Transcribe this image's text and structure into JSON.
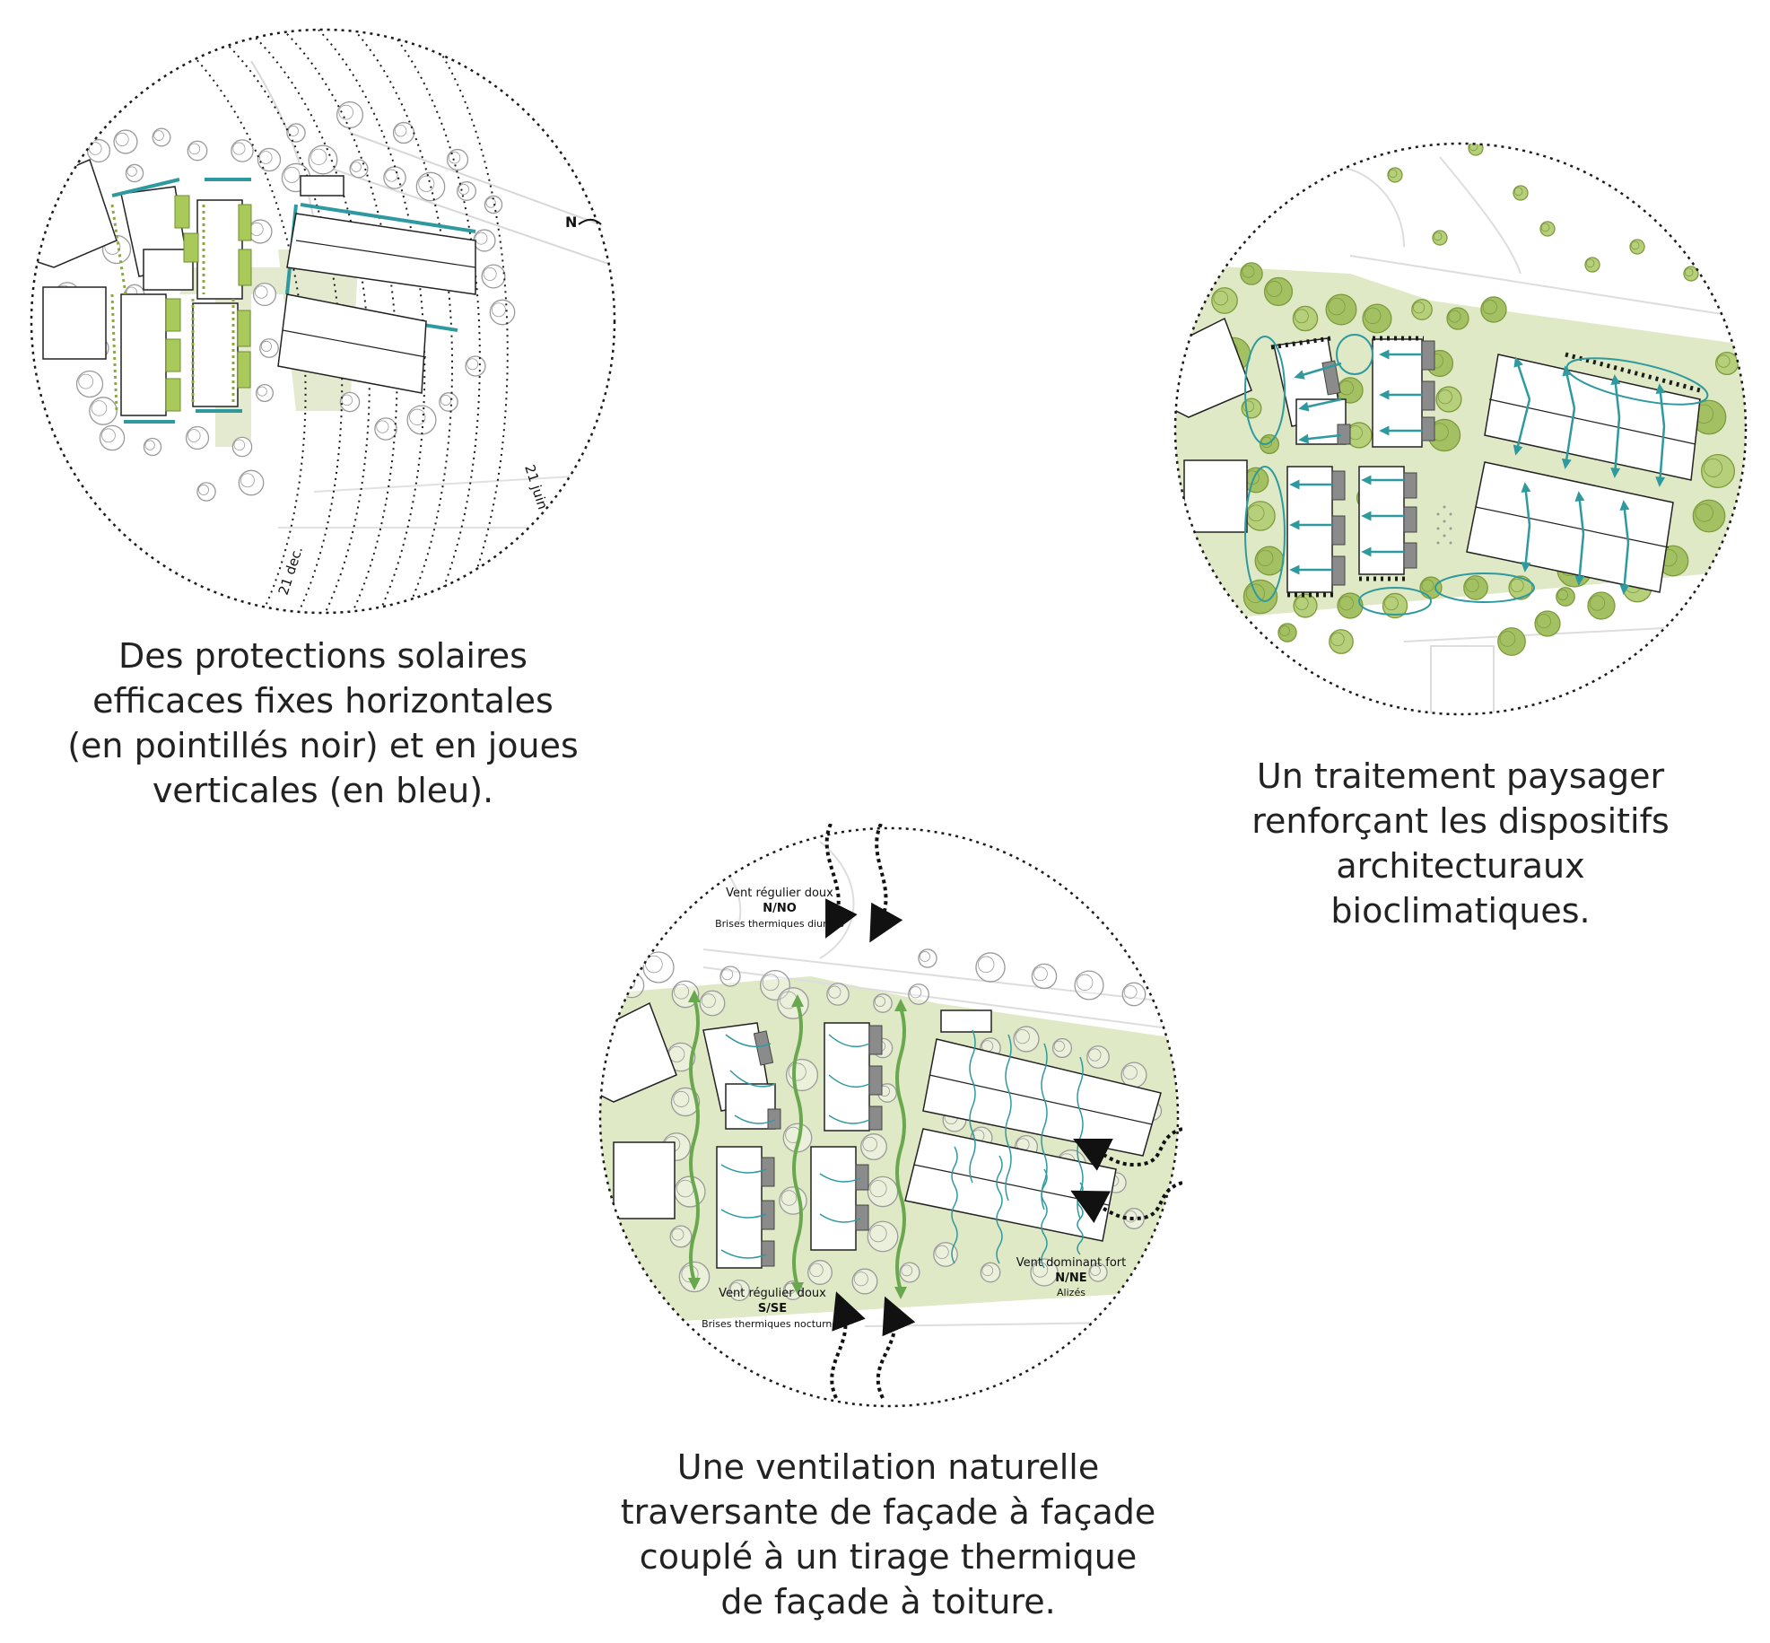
{
  "diagram1": {
    "north_label": "N",
    "arc_label_june": "21 juin",
    "arc_label_dec": "21 dec.",
    "caption_lines": [
      "Des protections solaires",
      "efficaces fixes horizontales",
      "(en pointillés noir) et en joues",
      "verticales (en bleu)."
    ]
  },
  "diagram2": {
    "caption_lines": [
      "Un traitement paysager",
      "renforçant les dispositifs",
      "architecturaux",
      "bioclimatiques."
    ]
  },
  "diagram3": {
    "wind_nno": {
      "title": "Vent régulier doux",
      "direction": "N/NO",
      "note": "Brises thermiques diurnes"
    },
    "wind_sse": {
      "title": "Vent régulier doux",
      "direction": "S/SE",
      "note": "Brises thermiques nocturnes"
    },
    "wind_nne": {
      "title": "Vent dominant fort",
      "direction": "N/NE",
      "note": "Alizés"
    },
    "caption_lines": [
      "Une ventilation naturelle",
      "traversante de façade à façade",
      "couplé à un tirage thermique",
      "de façade à toiture."
    ]
  },
  "colors": {
    "teal": "#2e9aa0",
    "leaf_green": "#a9c95b",
    "pale_green": "#dfe9c6",
    "tree_grey": "#9a9a9a",
    "wind_green": "#6aa84f",
    "dotted_black": "#1a1a1a"
  }
}
